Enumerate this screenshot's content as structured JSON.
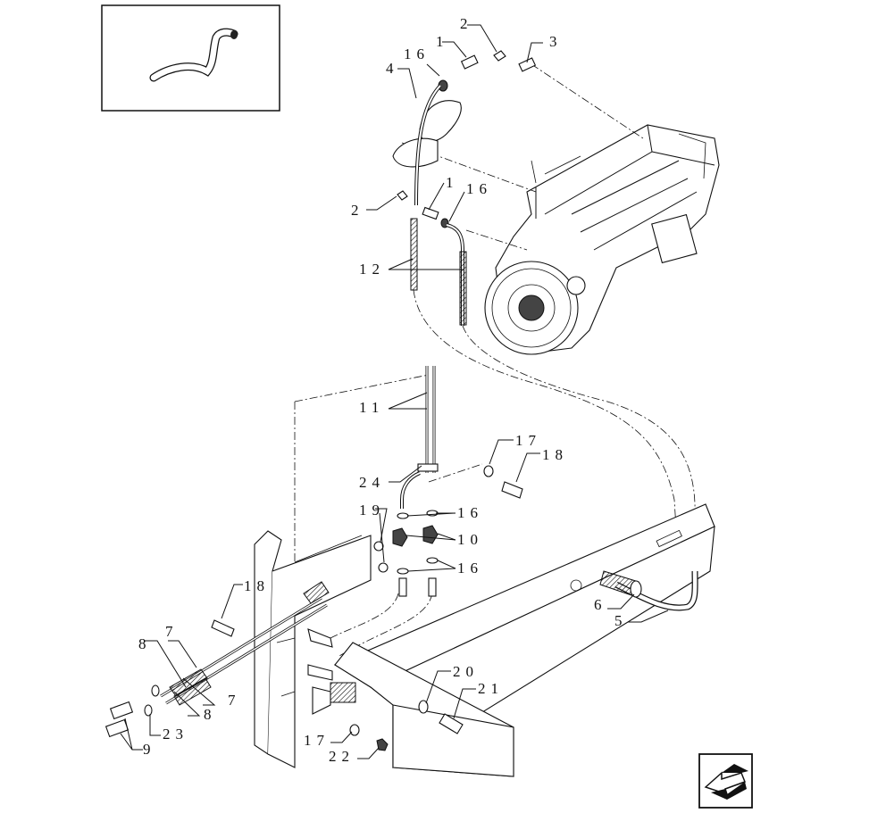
{
  "callouts": [
    "1",
    "1",
    "2",
    "2",
    "3",
    "4",
    "5",
    "6",
    "7",
    "7",
    "8",
    "8",
    "9",
    "10",
    "11",
    "12",
    "16",
    "16",
    "16",
    "16",
    "17",
    "17",
    "18",
    "18",
    "19",
    "20",
    "21",
    "22",
    "23",
    "24"
  ],
  "icons": {
    "inset": "hose-thumbnail-icon",
    "nav": "previous-page-arrow-icon"
  },
  "colors": {
    "line": "#111111",
    "background": "#ffffff"
  }
}
